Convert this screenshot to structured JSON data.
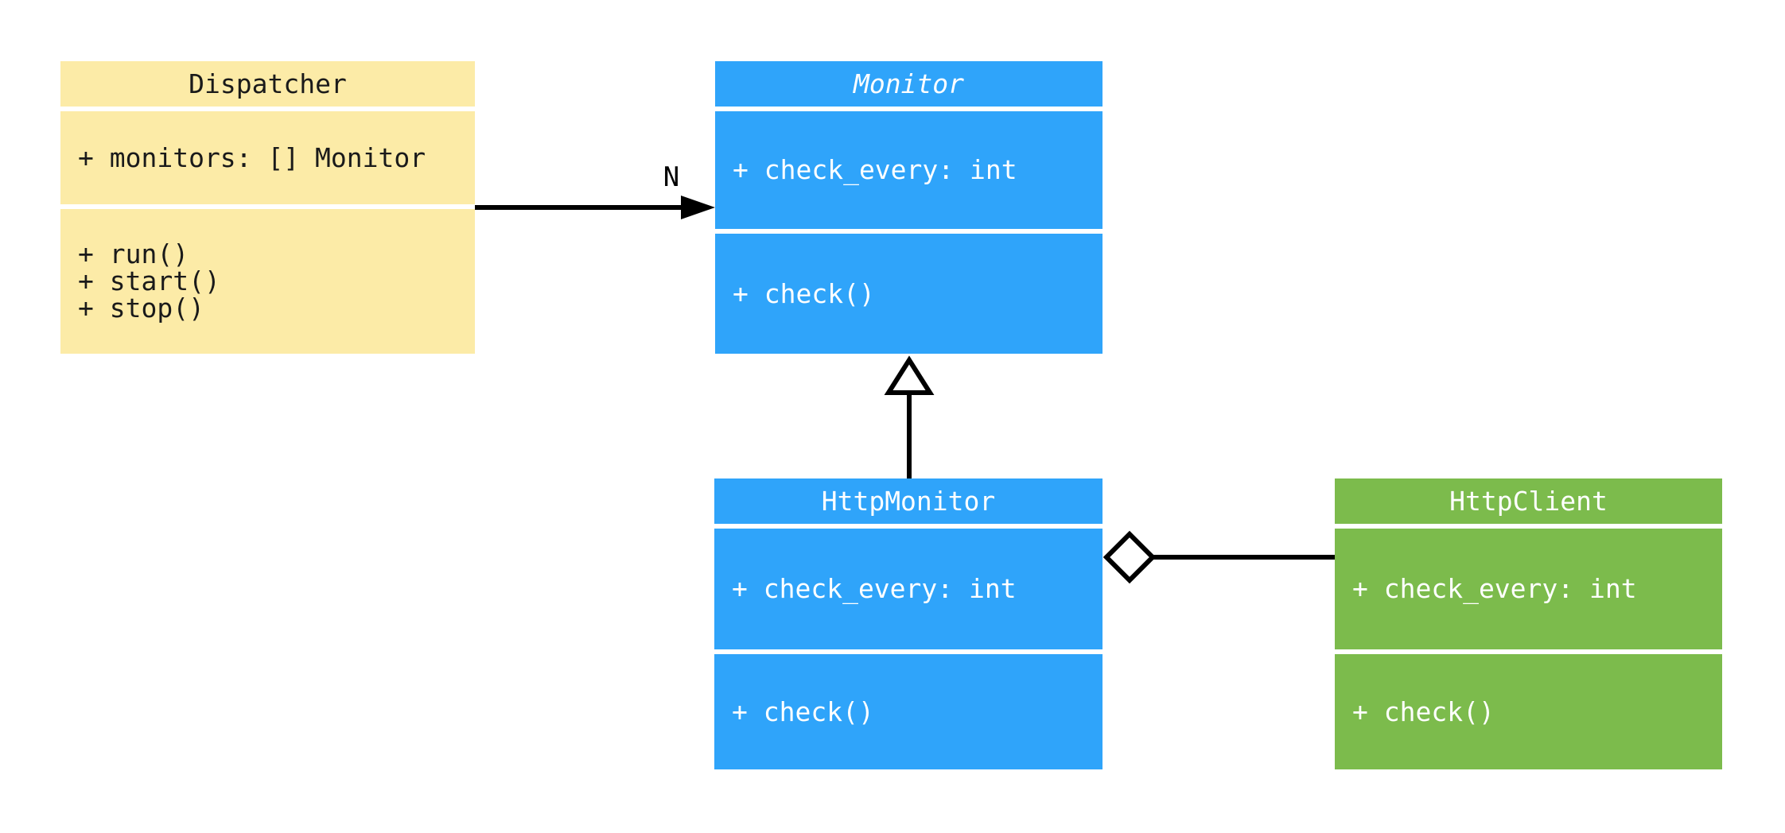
{
  "diagram": {
    "kind": "uml-class-diagram",
    "background_color": "#FFFFFF",
    "line_color": "#000000",
    "classes": [
      {
        "name": "Dispatcher",
        "abstract": false,
        "fill": "#FCEBA7",
        "text_color": "#1A1A1A",
        "attributes": [
          "+ monitors: [] Monitor"
        ],
        "methods": [
          "+ run()",
          "+ start()",
          "+ stop()"
        ]
      },
      {
        "name": "Monitor",
        "abstract": true,
        "fill": "#2FA4FA",
        "text_color": "#FFFFFF",
        "attributes": [
          "+ check_every: int"
        ],
        "methods": [
          "+ check()"
        ]
      },
      {
        "name": "HttpMonitor",
        "abstract": false,
        "fill": "#2FA4FA",
        "text_color": "#FFFFFF",
        "attributes": [
          "+ check_every: int"
        ],
        "methods": [
          "+ check()"
        ]
      },
      {
        "name": "HttpClient",
        "abstract": false,
        "fill": "#7CBB4C",
        "text_color": "#FFFFFF",
        "attributes": [
          "+ check_every: int"
        ],
        "methods": [
          "+ check()"
        ]
      }
    ],
    "relations": [
      {
        "type": "association",
        "from": "Dispatcher",
        "to": "Monitor",
        "label": "N"
      },
      {
        "type": "inheritance",
        "from": "HttpMonitor",
        "to": "Monitor",
        "label": ""
      },
      {
        "type": "aggregation",
        "from": "HttpMonitor",
        "to": "HttpClient",
        "label": ""
      }
    ]
  }
}
